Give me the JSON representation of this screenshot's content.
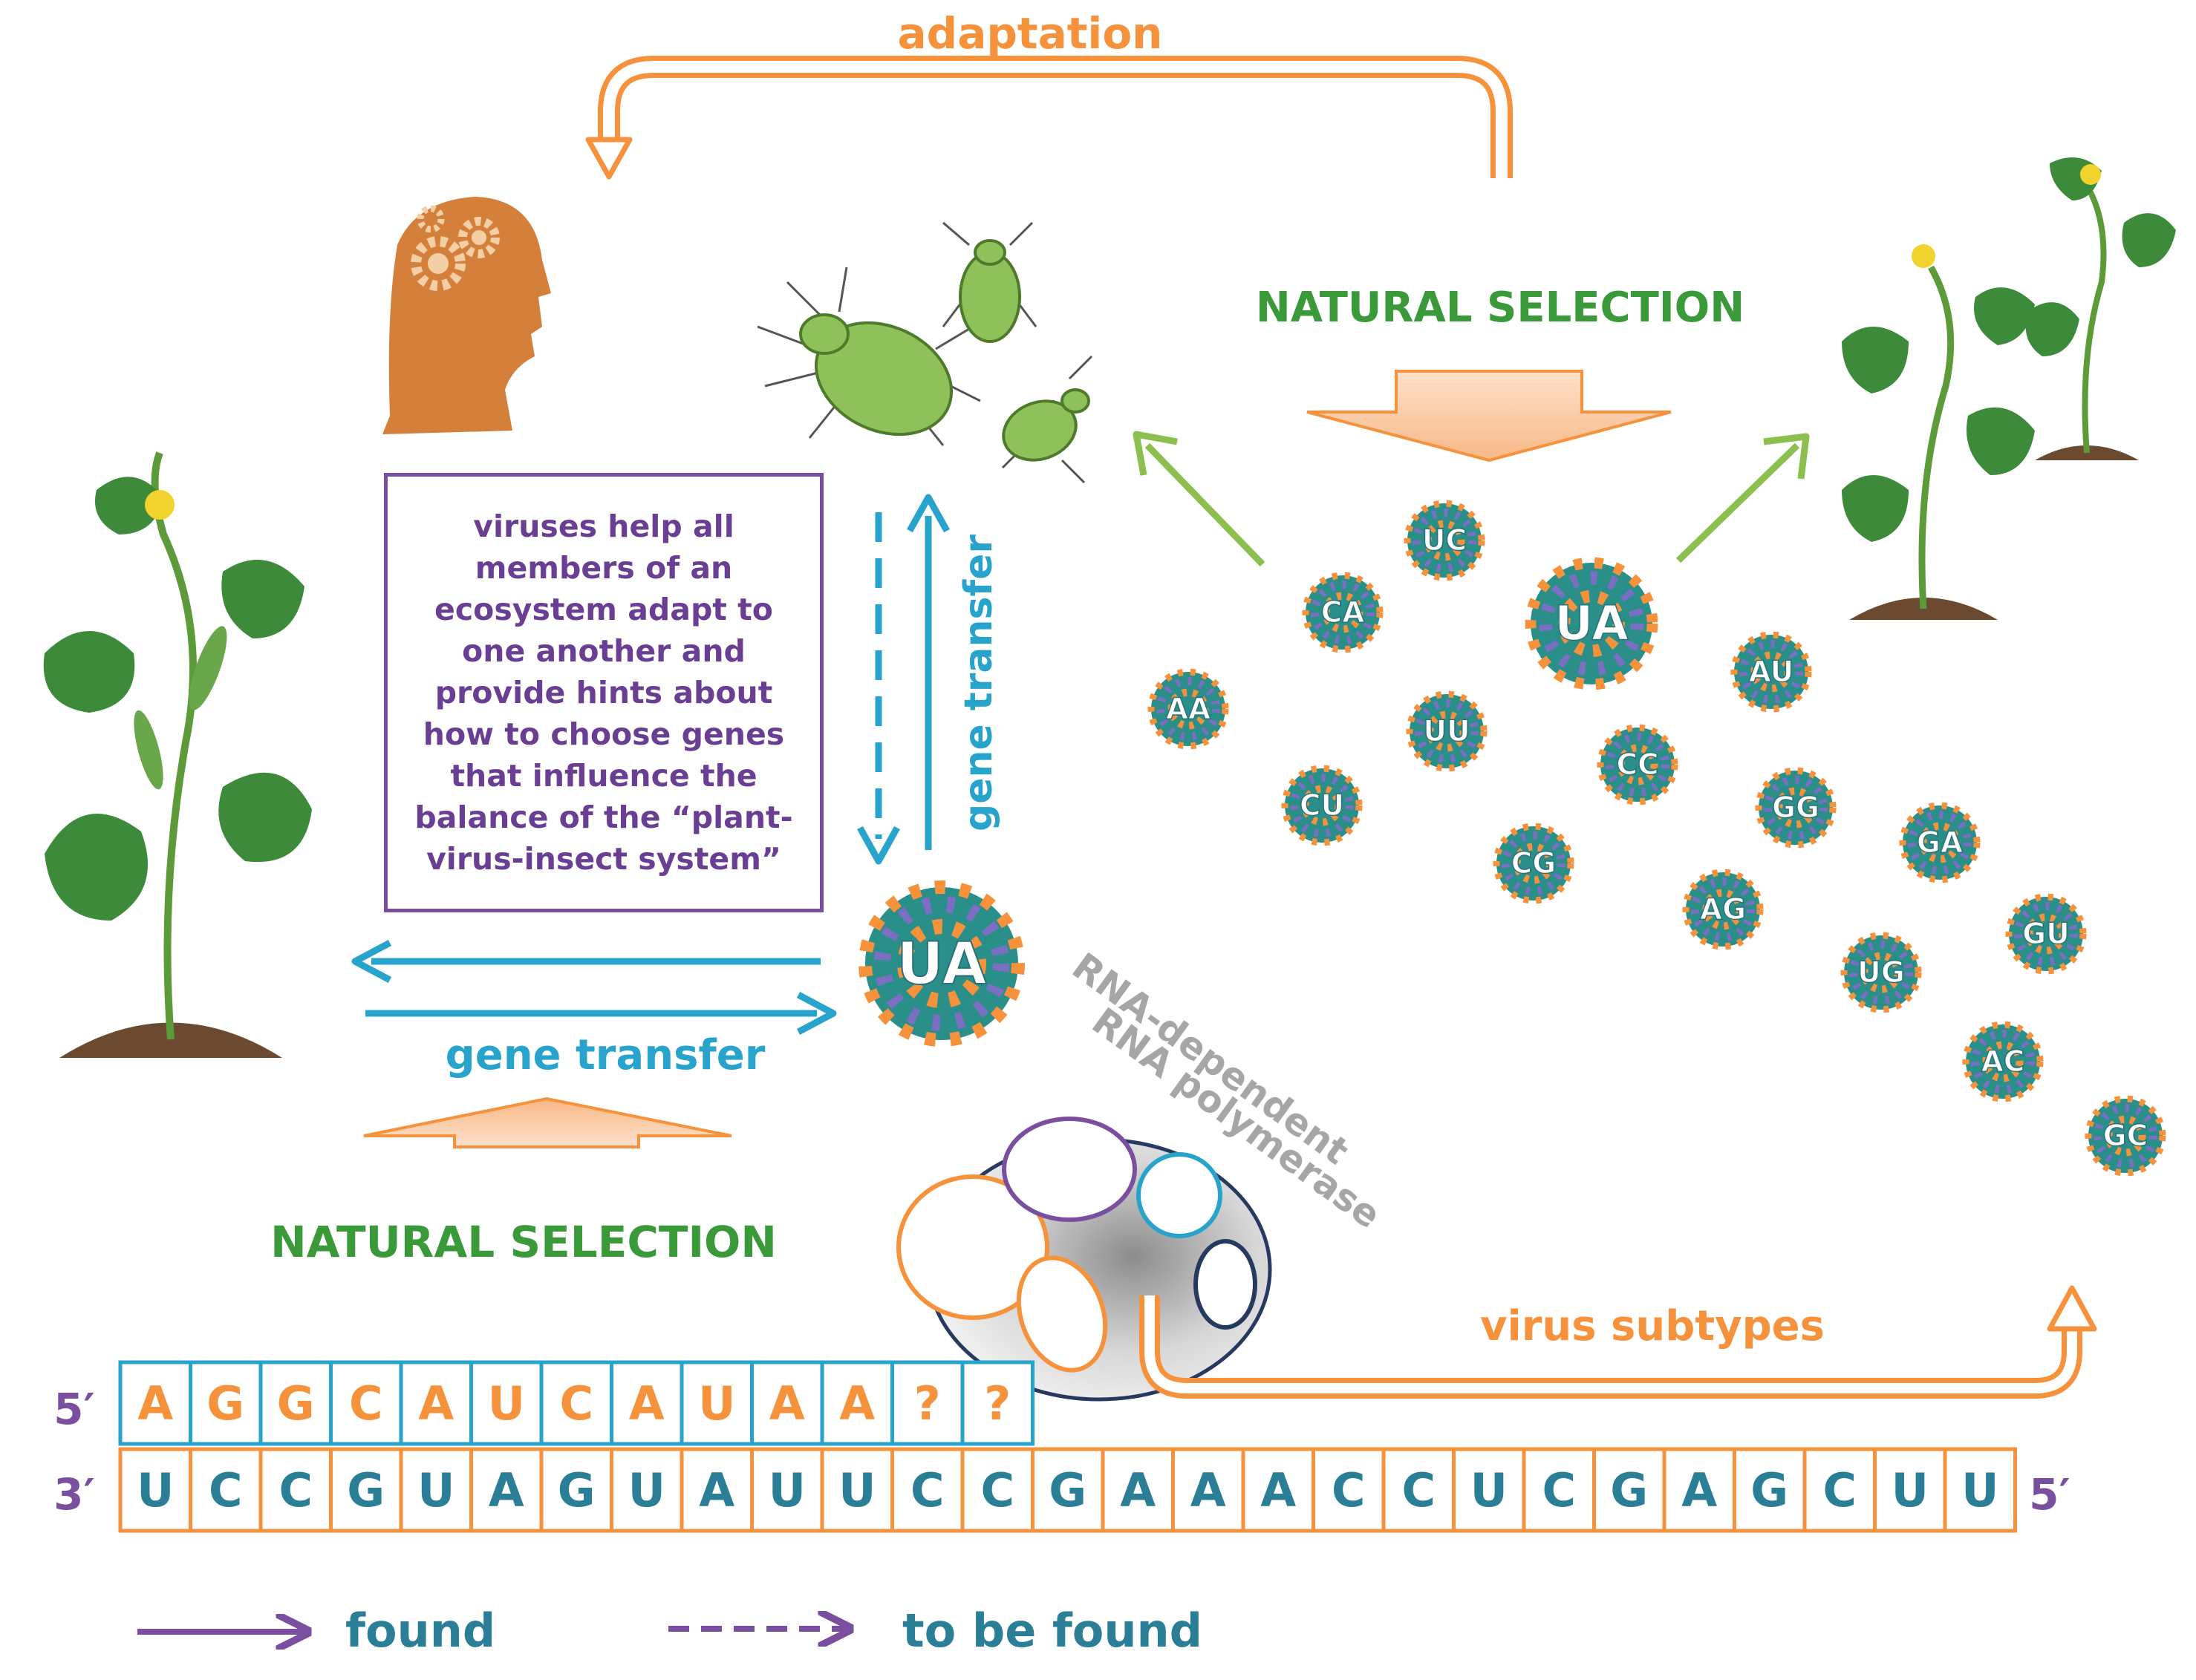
{
  "labels": {
    "adaptation": "adaptation",
    "natural_selection_top": "NATURAL SELECTION",
    "natural_selection_bottom": "NATURAL SELECTION",
    "gene_transfer_horizontal": "gene transfer",
    "gene_transfer_vertical": "gene transfer",
    "polymerase_line1": "RNA-dependent",
    "polymerase_line2": "RNA polymerase",
    "virus_subtypes": "virus subtypes"
  },
  "info_box": {
    "text": "viruses help all members of an ecosystem adapt to one another and provide hints about how to choose genes that influence the balance of the “plant-virus-insect system”"
  },
  "center_virus": "UA",
  "virus_subtypes": [
    "UC",
    "CA",
    "UA",
    "AU",
    "AA",
    "UU",
    "CC",
    "CU",
    "GG",
    "GA",
    "CG",
    "AG",
    "GU",
    "UG",
    "AC",
    "GC"
  ],
  "rna": {
    "top_strand_label": "5′",
    "top_strand": [
      "A",
      "G",
      "G",
      "C",
      "A",
      "U",
      "C",
      "A",
      "U",
      "A",
      "A",
      "?",
      "?"
    ],
    "bottom_left_label": "3′",
    "bottom_right_label": "5′",
    "bottom_strand": [
      "U",
      "C",
      "C",
      "G",
      "U",
      "A",
      "G",
      "U",
      "A",
      "U",
      "U",
      "C",
      "C",
      "G",
      "A",
      "A",
      "A",
      "C",
      "C",
      "U",
      "C",
      "G",
      "A",
      "G",
      "C",
      "U",
      "U"
    ]
  },
  "legend": {
    "found": "found",
    "to_be_found": "to be found"
  },
  "colors": {
    "orange": "#f6923c",
    "teal": "#2a7f97",
    "cyan": "#27a3cc",
    "green": "#3a9a3a",
    "purple": "#7a4fa0",
    "light_green": "#8bbf4e"
  }
}
